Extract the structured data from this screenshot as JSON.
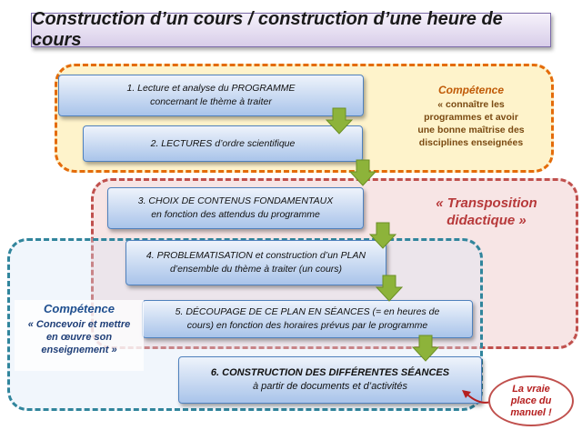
{
  "title": "Construction d’un cours / construction d’une heure de cours",
  "steps": [
    {
      "line1": "1. Lecture et analyse du PROGRAMME",
      "line2": "concernant le thème à traiter"
    },
    {
      "line1": "2. LECTURES d’ordre scientifique"
    },
    {
      "line1": "3. CHOIX DE CONTENUS FONDAMENTAUX",
      "line2": "en fonction des attendus du programme"
    },
    {
      "line1": "4. PROBLEMATISATION et construction d’un PLAN",
      "line2": "d’ensemble du thème à traiter (un cours)"
    },
    {
      "line1": "5. DÉCOUPAGE DE CE PLAN EN SÉANCES (= en heures de",
      "line2": "cours) en fonction des horaires prévus par le programme"
    },
    {
      "line1": "6. CONSTRUCTION DES DIFFÉRENTES SÉANCES",
      "line2": "à partir  de documents et d’activités"
    }
  ],
  "competence1": {
    "heading": "Compétence",
    "lines": [
      "« connaître les",
      "programmes et avoir",
      "une bonne maîtrise des",
      "disciplines enseignées"
    ]
  },
  "transposition": {
    "lines": [
      "« Transposition",
      "didactique »"
    ]
  },
  "competence2": {
    "heading": "Compétence",
    "lines": [
      "« Concevoir et mettre",
      "en œuvre son",
      "enseignement »"
    ]
  },
  "callout": {
    "lines": [
      "La vraie",
      "place du",
      "manuel !"
    ]
  },
  "colors": {
    "orange_zone": "#e46c0a",
    "red_zone": "#c0504d",
    "teal_zone": "#31859c",
    "step_border": "#4f81bd",
    "arrow": "#8db33a"
  },
  "icons": {
    "arrow": "green-down-arrow-icon"
  }
}
